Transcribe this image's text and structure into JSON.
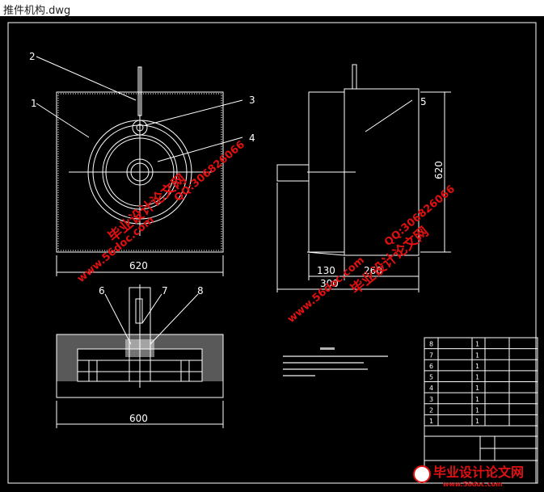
{
  "window": {
    "title": "推件机构.dwg"
  },
  "dimensions": {
    "front_width": "620",
    "side_height": "620",
    "side_left": "130",
    "side_right": "260",
    "side_total": "300",
    "bottom_width": "600"
  },
  "part_labels": [
    "1",
    "2",
    "3",
    "4",
    "5",
    "6",
    "7",
    "8"
  ],
  "title_block": {
    "rows": [
      {
        "no": "8",
        "name": "",
        "qty": "1"
      },
      {
        "no": "7",
        "name": "",
        "qty": "1"
      },
      {
        "no": "6",
        "name": "",
        "qty": "1"
      },
      {
        "no": "5",
        "name": "",
        "qty": "1"
      },
      {
        "no": "4",
        "name": "",
        "qty": "1"
      },
      {
        "no": "3",
        "name": "",
        "qty": "1"
      },
      {
        "no": "2",
        "name": "",
        "qty": "1"
      },
      {
        "no": "1",
        "name": "",
        "qty": "1"
      }
    ]
  },
  "watermarks": {
    "site_text": "毕业设计论文网",
    "qq_text": "QQ:306826066",
    "url_text": "www.56doc.com"
  },
  "colors": {
    "background": "#000000",
    "lines": "#ffffff",
    "watermark": "#e01010",
    "frame": "#ffff00"
  }
}
